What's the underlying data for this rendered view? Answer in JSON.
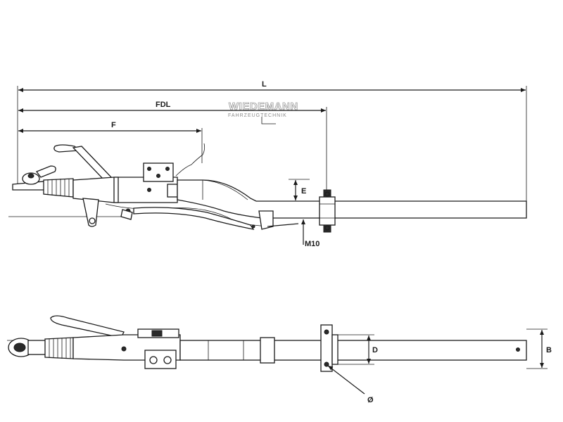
{
  "watermark": {
    "brand": "WIEDEMANN",
    "tagline": "FAHRZEUGTECHNIK"
  },
  "side_view": {
    "labels": {
      "length": "L",
      "fdl": "FDL",
      "f": "F",
      "offset": "E",
      "thread": "M10"
    }
  },
  "top_view": {
    "labels": {
      "bracket_width": "D",
      "tube_width": "B",
      "hole_diameter": "Ø"
    }
  }
}
